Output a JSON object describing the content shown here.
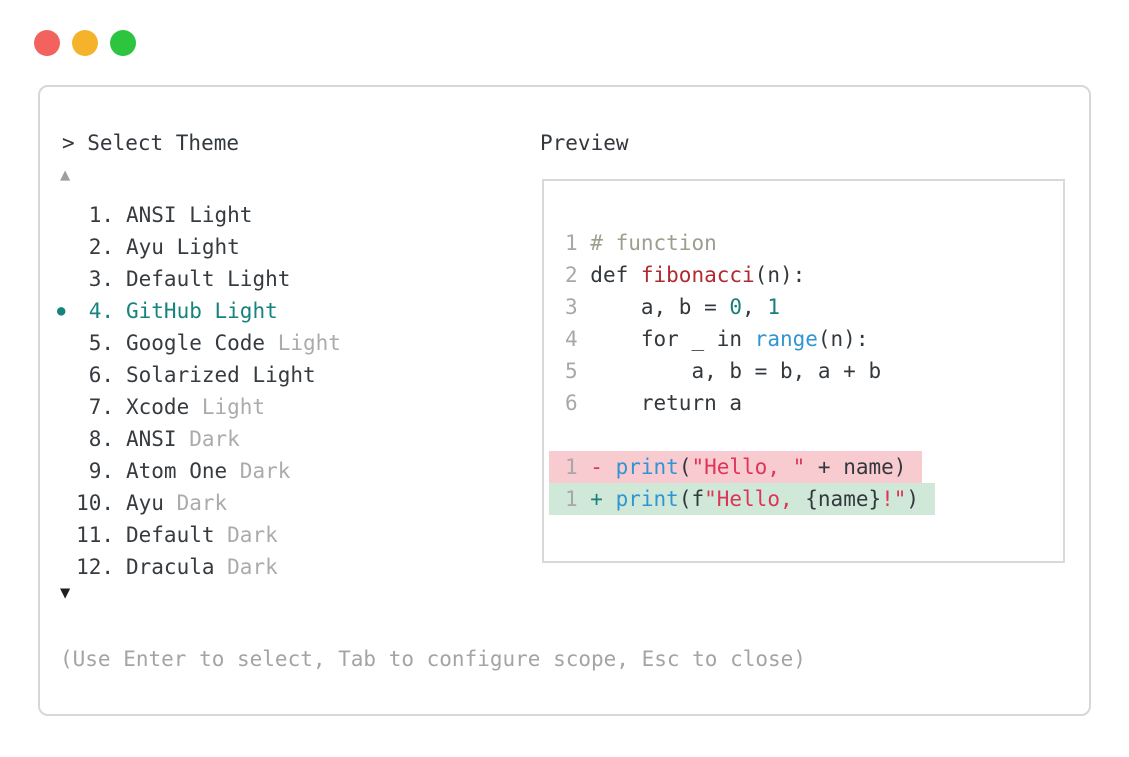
{
  "window": {
    "traffic_lights": [
      {
        "name": "close",
        "color": "#f2635e"
      },
      {
        "name": "minimize",
        "color": "#f5b32c"
      },
      {
        "name": "zoom",
        "color": "#2dc440"
      }
    ]
  },
  "palette": {
    "header": "> Select Theme",
    "scroll_up_icon": "▲",
    "scroll_down_icon": "▼",
    "selected_marker": "●",
    "hint": "(Use Enter to select, Tab to configure scope, Esc to close)"
  },
  "themes": [
    {
      "num": "1.",
      "name": "ANSI",
      "suffix": "Light",
      "suffix_muted": false,
      "selected": false
    },
    {
      "num": "2.",
      "name": "Ayu",
      "suffix": "Light",
      "suffix_muted": false,
      "selected": false
    },
    {
      "num": "3.",
      "name": "Default",
      "suffix": "Light",
      "suffix_muted": false,
      "selected": false
    },
    {
      "num": "4.",
      "name": "GitHub",
      "suffix": "Light",
      "suffix_muted": false,
      "selected": true
    },
    {
      "num": "5.",
      "name": "Google Code",
      "suffix": "Light",
      "suffix_muted": true,
      "selected": false
    },
    {
      "num": "6.",
      "name": "Solarized",
      "suffix": "Light",
      "suffix_muted": false,
      "selected": false
    },
    {
      "num": "7.",
      "name": "Xcode",
      "suffix": "Light",
      "suffix_muted": true,
      "selected": false
    },
    {
      "num": "8.",
      "name": "ANSI",
      "suffix": "Dark",
      "suffix_muted": true,
      "selected": false
    },
    {
      "num": "9.",
      "name": "Atom One",
      "suffix": "Dark",
      "suffix_muted": true,
      "selected": false
    },
    {
      "num": "10.",
      "name": "Ayu",
      "suffix": "Dark",
      "suffix_muted": true,
      "selected": false
    },
    {
      "num": "11.",
      "name": "Default",
      "suffix": "Dark",
      "suffix_muted": true,
      "selected": false
    },
    {
      "num": "12.",
      "name": "Dracula",
      "suffix": "Dark",
      "suffix_muted": true,
      "selected": false
    }
  ],
  "preview": {
    "label": "Preview",
    "code_lines": [
      {
        "bg": null,
        "tokens": [
          {
            "t": "1 ",
            "c": "ln"
          },
          {
            "t": "# function",
            "c": "cm"
          }
        ]
      },
      {
        "bg": null,
        "tokens": [
          {
            "t": "2 ",
            "c": "ln"
          },
          {
            "t": "def ",
            "c": "txt"
          },
          {
            "t": "fibonacci",
            "c": "fn"
          },
          {
            "t": "(n):",
            "c": "txt"
          }
        ]
      },
      {
        "bg": null,
        "tokens": [
          {
            "t": "3 ",
            "c": "ln"
          },
          {
            "t": "    a, b = ",
            "c": "txt"
          },
          {
            "t": "0",
            "c": "num"
          },
          {
            "t": ", ",
            "c": "txt"
          },
          {
            "t": "1",
            "c": "num"
          }
        ]
      },
      {
        "bg": null,
        "tokens": [
          {
            "t": "4 ",
            "c": "ln"
          },
          {
            "t": "    for _ in ",
            "c": "txt"
          },
          {
            "t": "range",
            "c": "bi"
          },
          {
            "t": "(n):",
            "c": "txt"
          }
        ]
      },
      {
        "bg": null,
        "tokens": [
          {
            "t": "5 ",
            "c": "ln"
          },
          {
            "t": "        a, b = b, a + b",
            "c": "txt"
          }
        ]
      },
      {
        "bg": null,
        "tokens": [
          {
            "t": "6 ",
            "c": "ln"
          },
          {
            "t": "    return a",
            "c": "txt"
          }
        ]
      },
      {
        "bg": null,
        "tokens": []
      },
      {
        "bg": "removed",
        "tokens": [
          {
            "t": "1 ",
            "c": "ln"
          },
          {
            "t": "- ",
            "c": "del"
          },
          {
            "t": "print",
            "c": "bi"
          },
          {
            "t": "(",
            "c": "txt"
          },
          {
            "t": "\"Hello, \"",
            "c": "str"
          },
          {
            "t": " + name)",
            "c": "txt"
          }
        ]
      },
      {
        "bg": "added",
        "tokens": [
          {
            "t": "1 ",
            "c": "ln"
          },
          {
            "t": "+ ",
            "c": "add"
          },
          {
            "t": "print",
            "c": "bi"
          },
          {
            "t": "(f",
            "c": "txt"
          },
          {
            "t": "\"Hello, ",
            "c": "str"
          },
          {
            "t": "{name}",
            "c": "txt"
          },
          {
            "t": "!\"",
            "c": "str"
          },
          {
            "t": ")",
            "c": "txt"
          }
        ]
      }
    ]
  },
  "colors": {
    "accent_teal": "#17837e",
    "muted_gray": "#ababab",
    "text_dark": "#33383d",
    "line_number": "#a8a8a8",
    "comment": "#9aa08e",
    "function_name": "#b02a30",
    "number_literal": "#187f7b",
    "builtin": "#3095d2",
    "string": "#de3557",
    "diff_removed_bg": "#f7cbcf",
    "diff_added_bg": "#cfe8d8",
    "panel_border": "#d7d7d7"
  }
}
